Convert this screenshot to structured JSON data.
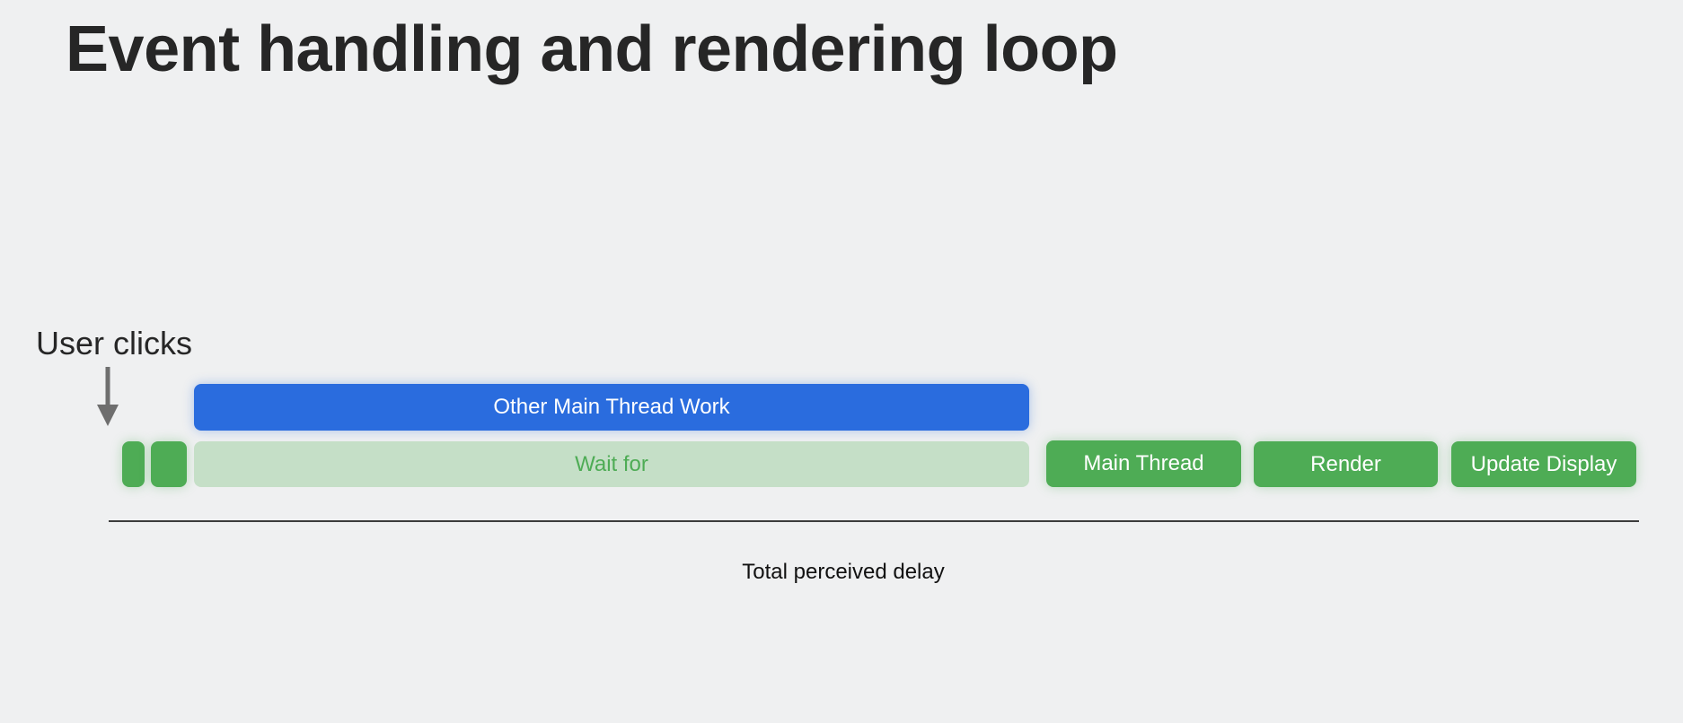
{
  "slide": {
    "title": "Event handling and rendering loop"
  },
  "diagram": {
    "user_clicks_label": "User clicks",
    "blocks": {
      "other_main_thread_work": "Other Main Thread Work",
      "wait_for": "Wait for",
      "main_thread": "Main Thread",
      "render": "Render",
      "update_display": "Update Display"
    },
    "delay_label": "Total perceived delay"
  },
  "colors": {
    "background": "#eff0f1",
    "blue_block": "#2a6cde",
    "green_block": "#4eac55",
    "green_faded_block": "#c5dfc7",
    "arrow": "#6e6e6e"
  },
  "icons": {
    "arrow": "arrow-down-icon"
  }
}
